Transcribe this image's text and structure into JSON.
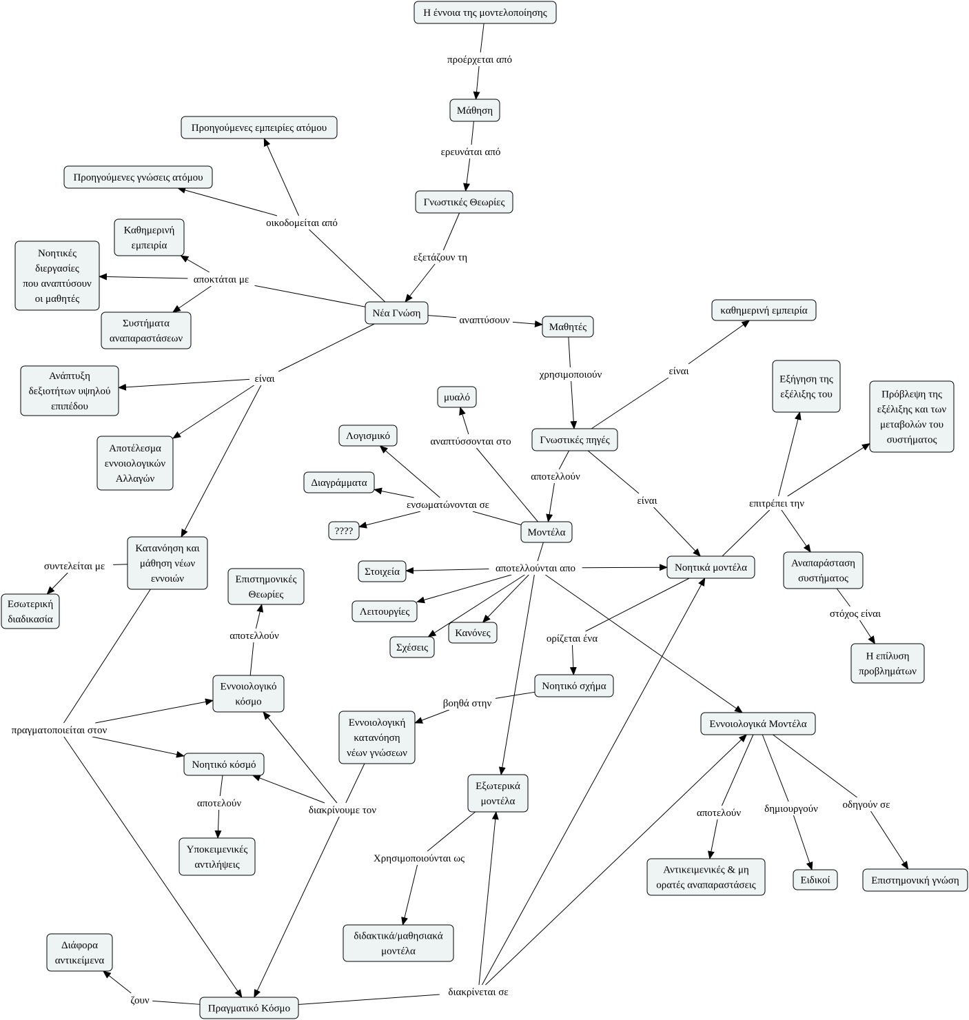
{
  "concepts": [
    {
      "id": "c1",
      "lines": [
        "Η έννοια της μοντελοποίησης"
      ]
    },
    {
      "id": "c2",
      "lines": [
        "Μάθηση"
      ]
    },
    {
      "id": "c3",
      "lines": [
        "Γνωστικές Θεωρίες"
      ]
    },
    {
      "id": "c4",
      "lines": [
        "Νέα Γνώση"
      ]
    },
    {
      "id": "c5",
      "lines": [
        "Προηγούμενες εμπειρίες ατόμου"
      ]
    },
    {
      "id": "c6",
      "lines": [
        "Προηγούμενες γνώσεις ατόμου"
      ]
    },
    {
      "id": "c7",
      "lines": [
        "Καθημερινή",
        "εμπειρία"
      ]
    },
    {
      "id": "c8",
      "lines": [
        "Νοητικές",
        "διεργασίες",
        "που αναπτύσουν",
        "οι μαθητές"
      ]
    },
    {
      "id": "c9",
      "lines": [
        "Συστήματα",
        "αναπαραστάσεων"
      ]
    },
    {
      "id": "c10",
      "lines": [
        "Μαθητές"
      ]
    },
    {
      "id": "c11",
      "lines": [
        "καθημερινή εμπειρία"
      ]
    },
    {
      "id": "c12",
      "lines": [
        "Ανάπτυξη",
        "δεξιοτήτων υψηλού",
        "επιπέδου"
      ]
    },
    {
      "id": "c13",
      "lines": [
        "Αποτέλεσμα",
        "εννοιολογικών",
        "Αλλαγών"
      ]
    },
    {
      "id": "c14",
      "lines": [
        "μυαλό"
      ]
    },
    {
      "id": "c15",
      "lines": [
        "Γνωστικές πηγές"
      ]
    },
    {
      "id": "c16",
      "lines": [
        "Εξήγηση της",
        "εξέλιξης του"
      ]
    },
    {
      "id": "c17",
      "lines": [
        "Πρόβλεψη της",
        "εξέλιξης και των",
        "μεταβολών του",
        "συστήματος"
      ]
    },
    {
      "id": "c18",
      "lines": [
        "Λογισμικό"
      ]
    },
    {
      "id": "c19",
      "lines": [
        "Διαγράμματα"
      ]
    },
    {
      "id": "c20",
      "lines": [
        "????"
      ]
    },
    {
      "id": "c21",
      "lines": [
        "Μοντέλα"
      ]
    },
    {
      "id": "c22",
      "lines": [
        "Κατανόηση και",
        "μάθηση νέων",
        "εννοιών"
      ]
    },
    {
      "id": "c23",
      "lines": [
        "Στοιχεία"
      ]
    },
    {
      "id": "c24",
      "lines": [
        "Νοητικά μοντέλα"
      ]
    },
    {
      "id": "c25",
      "lines": [
        "Αναπαράσταση",
        "συστήματος"
      ]
    },
    {
      "id": "c26",
      "lines": [
        "Επιστημονικές",
        "Θεωρίες"
      ]
    },
    {
      "id": "c27",
      "lines": [
        "Εσωτερική",
        "διαδικασία"
      ]
    },
    {
      "id": "c28",
      "lines": [
        "Λειτουργίες"
      ]
    },
    {
      "id": "c29",
      "lines": [
        "Κανόνες"
      ]
    },
    {
      "id": "c30",
      "lines": [
        "Σχέσεις"
      ]
    },
    {
      "id": "c31",
      "lines": [
        "Η επίλυση",
        "προβλημάτων"
      ]
    },
    {
      "id": "c32",
      "lines": [
        "Νοητικό σχήμα"
      ]
    },
    {
      "id": "c33",
      "lines": [
        "Εννοιολογικό",
        "κόσμο"
      ]
    },
    {
      "id": "c34",
      "lines": [
        "Εννοιολογική",
        "κατανόηση",
        "νέων γνώσεων"
      ]
    },
    {
      "id": "c35",
      "lines": [
        "Εννοιολογικά Μοντέλα"
      ]
    },
    {
      "id": "c36",
      "lines": [
        "Νοητικό κόσμό"
      ]
    },
    {
      "id": "c37",
      "lines": [
        "Εξωτερικά",
        "μοντέλα"
      ]
    },
    {
      "id": "c38",
      "lines": [
        "Υποκειμενικές",
        "αντιλήψεις"
      ]
    },
    {
      "id": "c39",
      "lines": [
        "Αντικειμενικές & μη",
        "ορατές αναπαραστάσεις"
      ]
    },
    {
      "id": "c40",
      "lines": [
        "Ειδικοί"
      ]
    },
    {
      "id": "c41",
      "lines": [
        "Επιστημονική γνώση"
      ]
    },
    {
      "id": "c42",
      "lines": [
        "διδακτικά/μαθησιακά",
        "μοντέλα"
      ]
    },
    {
      "id": "c43",
      "lines": [
        "Διάφορα",
        "αντικείμενα"
      ]
    },
    {
      "id": "c44",
      "lines": [
        "Πραγματικό Κόσμο"
      ]
    }
  ],
  "linking_phrases": [
    {
      "id": "l1",
      "text": "προέρχεται από"
    },
    {
      "id": "l2",
      "text": "ερευνάται από"
    },
    {
      "id": "l3",
      "text": "εξετάζουν τη"
    },
    {
      "id": "l4",
      "text": "οικοδομείται από"
    },
    {
      "id": "l5",
      "text": "αποκτάται με"
    },
    {
      "id": "l6",
      "text": "αναπτύσουν"
    },
    {
      "id": "l7",
      "text": "είναι"
    },
    {
      "id": "l8",
      "text": "χρησιμοποιούν"
    },
    {
      "id": "l9",
      "text": "είναι"
    },
    {
      "id": "l10",
      "text": "αναπτύσσονται στο"
    },
    {
      "id": "l11",
      "text": "αποτελλούν"
    },
    {
      "id": "l12",
      "text": "ενσωματώνονται σε"
    },
    {
      "id": "l13",
      "text": "είναι"
    },
    {
      "id": "l14",
      "text": "επιτρέπει την"
    },
    {
      "id": "l15",
      "text": "αποτελλούνται απο"
    },
    {
      "id": "l16",
      "text": "συντελείται με"
    },
    {
      "id": "l17",
      "text": "αποτελλούν"
    },
    {
      "id": "l18",
      "text": "στόχος  είναι"
    },
    {
      "id": "l19",
      "text": "ορίζεται ένα"
    },
    {
      "id": "l20",
      "text": "βοηθά στην"
    },
    {
      "id": "l21",
      "text": "πραγματοποιείται στον"
    },
    {
      "id": "l22",
      "text": "διακρίνουμε τον"
    },
    {
      "id": "l23",
      "text": "αποτελούν"
    },
    {
      "id": "l24",
      "text": "αποτελούν"
    },
    {
      "id": "l25",
      "text": "δημιουργούν"
    },
    {
      "id": "l26",
      "text": "οδηγούν σε"
    },
    {
      "id": "l27",
      "text": "Χρησιμοποιούνται ως"
    },
    {
      "id": "l28",
      "text": "ζουν"
    },
    {
      "id": "l29",
      "text": "διακρίνεται σε"
    }
  ],
  "connections": [
    [
      "c1",
      "l1"
    ],
    [
      "l1",
      "c2"
    ],
    [
      "c2",
      "l2"
    ],
    [
      "l2",
      "c3"
    ],
    [
      "c3",
      "l3"
    ],
    [
      "l3",
      "c4"
    ],
    [
      "c4",
      "l4"
    ],
    [
      "l4",
      "c5"
    ],
    [
      "l4",
      "c6"
    ],
    [
      "c4",
      "l5"
    ],
    [
      "l5",
      "c7"
    ],
    [
      "l5",
      "c8"
    ],
    [
      "l5",
      "c9"
    ],
    [
      "c4",
      "l6"
    ],
    [
      "l6",
      "c10"
    ],
    [
      "c4",
      "l7"
    ],
    [
      "l7",
      "c12"
    ],
    [
      "l7",
      "c13"
    ],
    [
      "l7",
      "c22"
    ],
    [
      "c10",
      "l8"
    ],
    [
      "l8",
      "c15"
    ],
    [
      "c15",
      "l9"
    ],
    [
      "l9",
      "c11"
    ],
    [
      "c21",
      "l10"
    ],
    [
      "l10",
      "c14"
    ],
    [
      "c15",
      "l11"
    ],
    [
      "l11",
      "c21"
    ],
    [
      "c21",
      "l12"
    ],
    [
      "l12",
      "c18"
    ],
    [
      "l12",
      "c19"
    ],
    [
      "l12",
      "c20"
    ],
    [
      "c15",
      "l13"
    ],
    [
      "l13",
      "c24"
    ],
    [
      "c24",
      "l14"
    ],
    [
      "l14",
      "c16"
    ],
    [
      "l14",
      "c17"
    ],
    [
      "l14",
      "c25"
    ],
    [
      "c21",
      "l15"
    ],
    [
      "l15",
      "c23"
    ],
    [
      "l15",
      "c24"
    ],
    [
      "l15",
      "c28"
    ],
    [
      "l15",
      "c29"
    ],
    [
      "l15",
      "c30"
    ],
    [
      "l15",
      "c37"
    ],
    [
      "l15",
      "c35"
    ],
    [
      "c22",
      "l16"
    ],
    [
      "l16",
      "c27"
    ],
    [
      "c33",
      "l17"
    ],
    [
      "l17",
      "c26"
    ],
    [
      "c25",
      "l18"
    ],
    [
      "l18",
      "c31"
    ],
    [
      "c24",
      "l19"
    ],
    [
      "l19",
      "c32"
    ],
    [
      "c32",
      "l20"
    ],
    [
      "l20",
      "c34"
    ],
    [
      "c22",
      "l21"
    ],
    [
      "l21",
      "c33"
    ],
    [
      "l21",
      "c36"
    ],
    [
      "l21",
      "c44"
    ],
    [
      "c34",
      "l22"
    ],
    [
      "l22",
      "c33"
    ],
    [
      "l22",
      "c36"
    ],
    [
      "l22",
      "c44"
    ],
    [
      "c36",
      "l23"
    ],
    [
      "l23",
      "c38"
    ],
    [
      "c35",
      "l24"
    ],
    [
      "l24",
      "c39"
    ],
    [
      "c35",
      "l25"
    ],
    [
      "l25",
      "c40"
    ],
    [
      "c35",
      "l26"
    ],
    [
      "l26",
      "c41"
    ],
    [
      "c37",
      "l27"
    ],
    [
      "l27",
      "c42"
    ],
    [
      "c44",
      "l28"
    ],
    [
      "l28",
      "c43"
    ],
    [
      "c44",
      "l29"
    ],
    [
      "l29",
      "c37"
    ],
    [
      "l29",
      "c24"
    ],
    [
      "l29",
      "c35"
    ]
  ]
}
